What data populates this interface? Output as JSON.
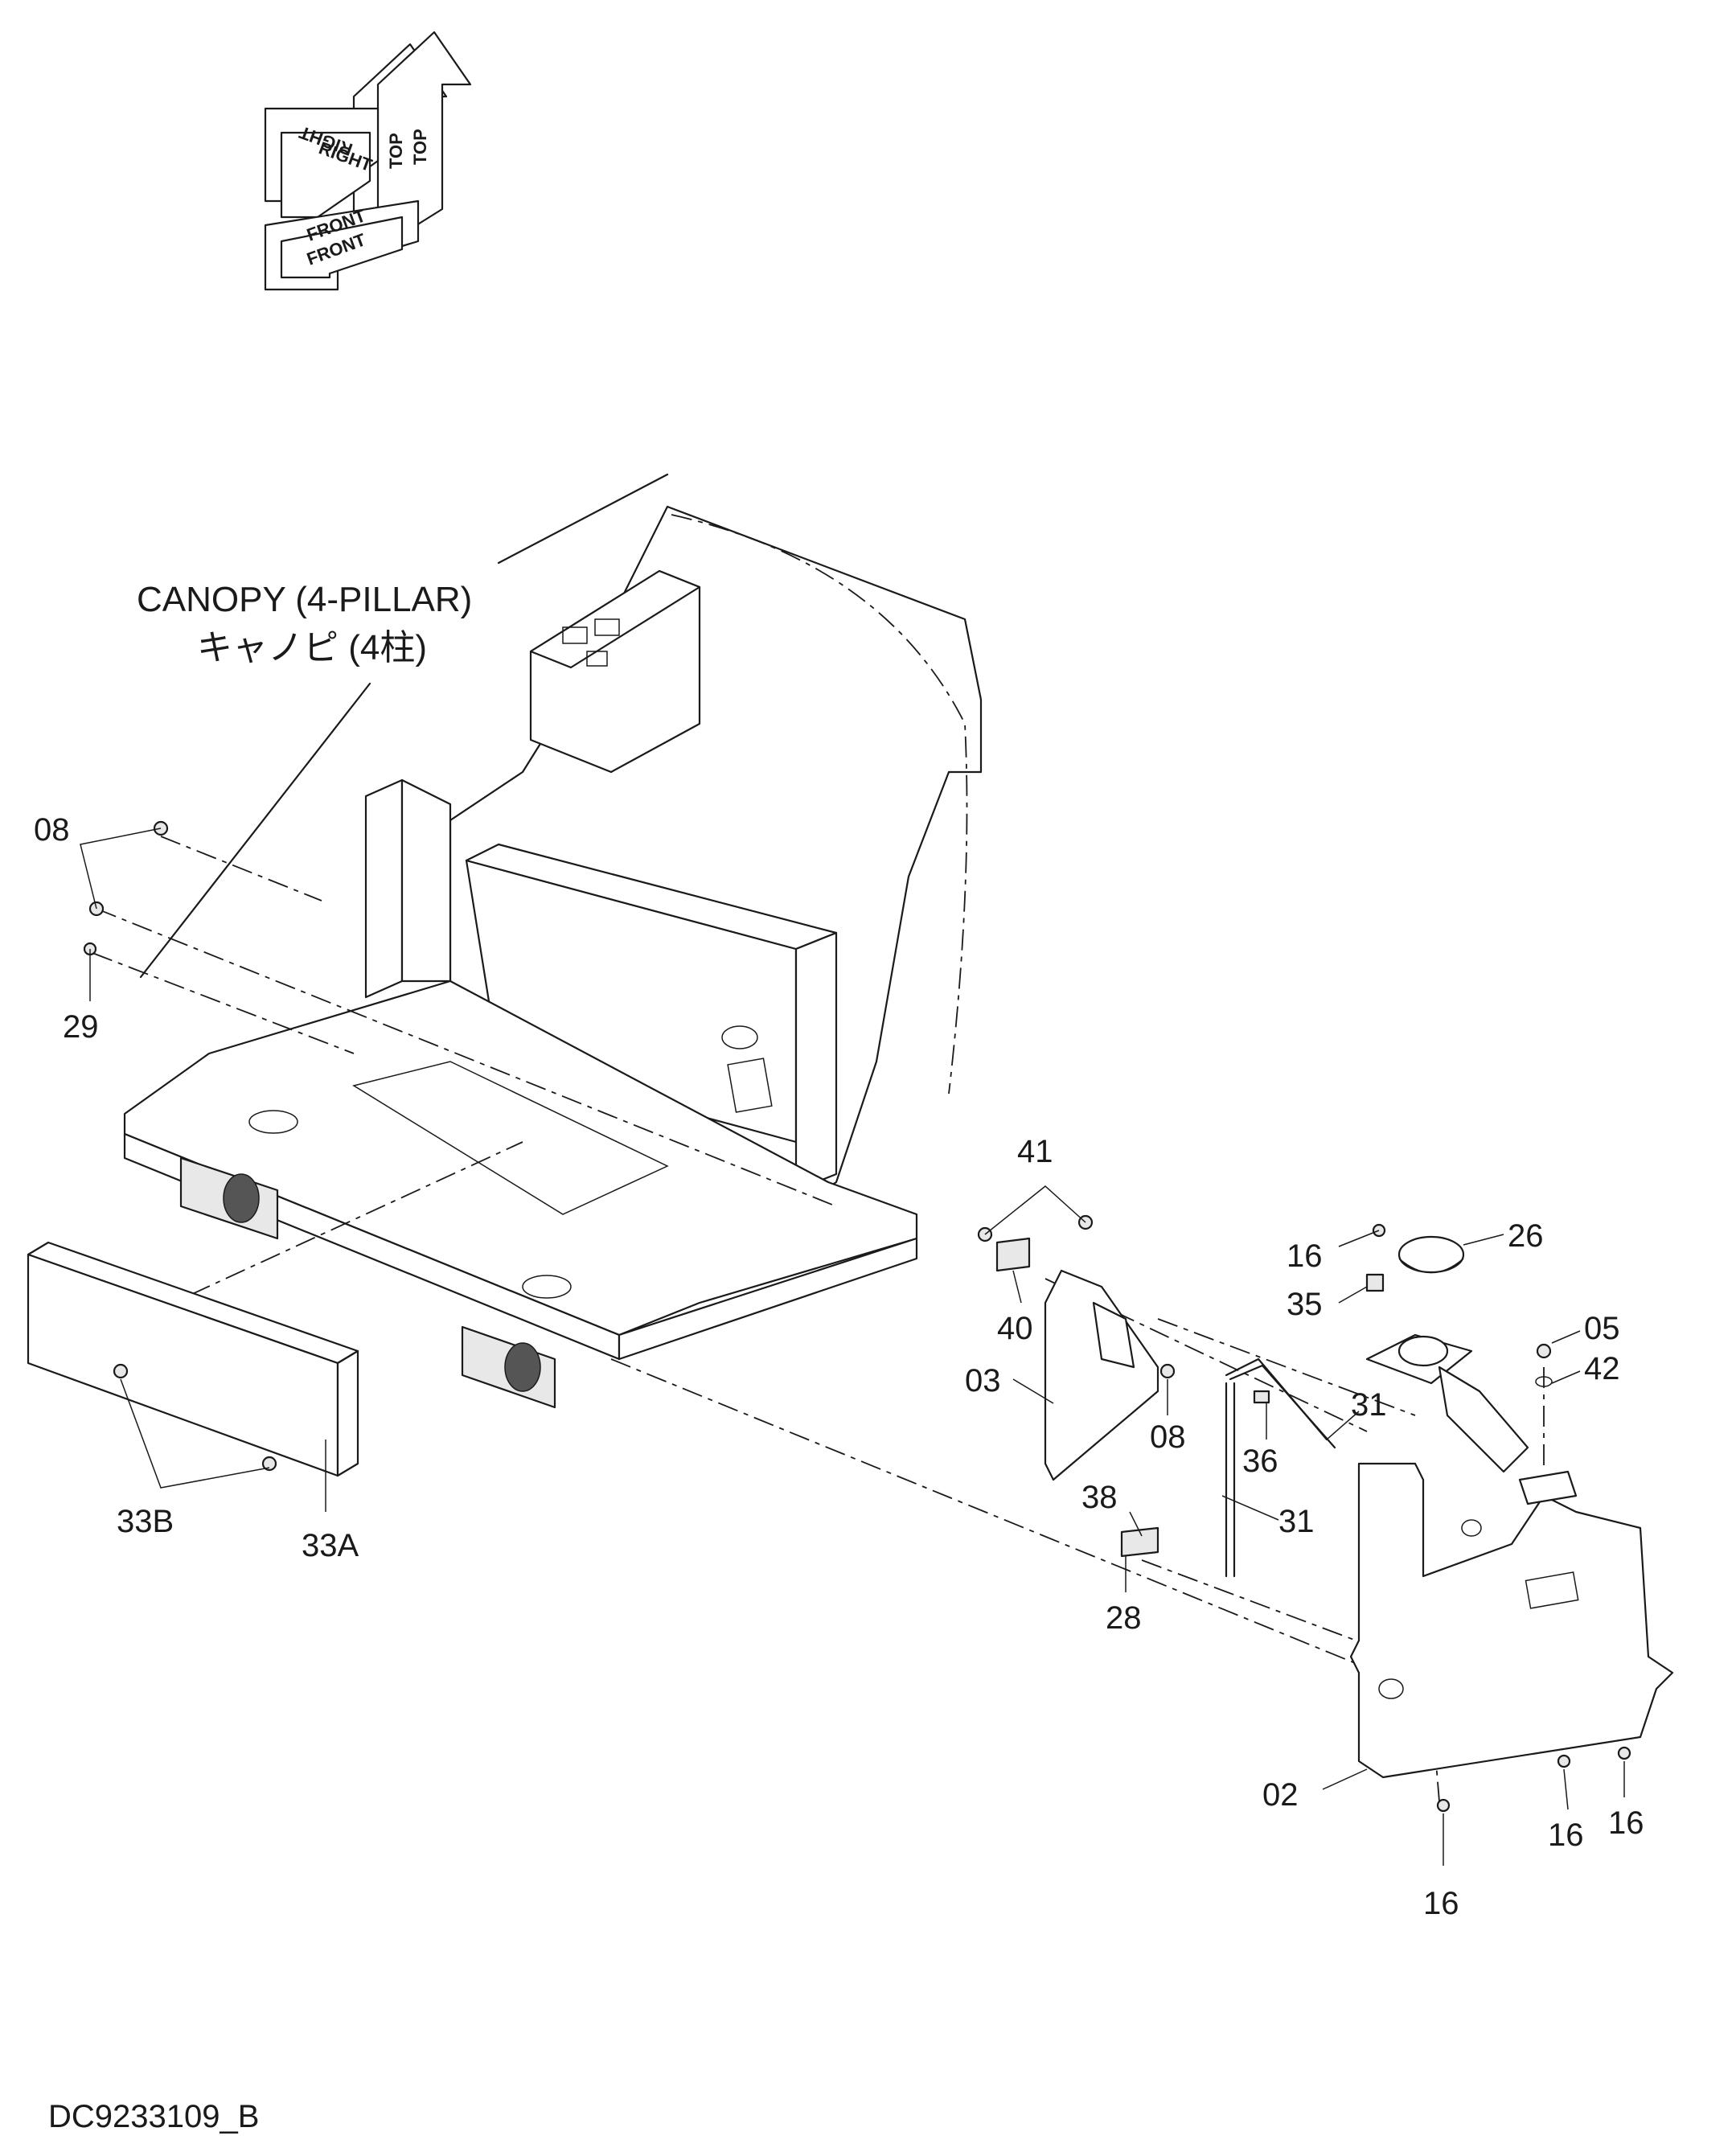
{
  "drawing": {
    "id": "DC9233109_B",
    "canopy_label_en": "CANOPY (4-PILLAR)",
    "canopy_label_jp": "キャノピ (4柱)"
  },
  "orientation": {
    "top": "TOP",
    "right": "RIGHT",
    "front": "FRONT"
  },
  "callouts": {
    "c08a": "08",
    "c29": "29",
    "c41": "41",
    "c40": "40",
    "c03": "03",
    "c08b": "08",
    "c36": "36",
    "c31a": "31",
    "c31b": "31",
    "c38": "38",
    "c28": "28",
    "c16a": "16",
    "c26": "26",
    "c35": "35",
    "c05": "05",
    "c42": "42",
    "c02": "02",
    "c16b": "16",
    "c16c": "16",
    "c16d": "16",
    "c33b": "33B",
    "c33a": "33A"
  },
  "colors": {
    "line": "#1a1a1a",
    "background": "#ffffff",
    "shade": "#e8e8e8"
  }
}
